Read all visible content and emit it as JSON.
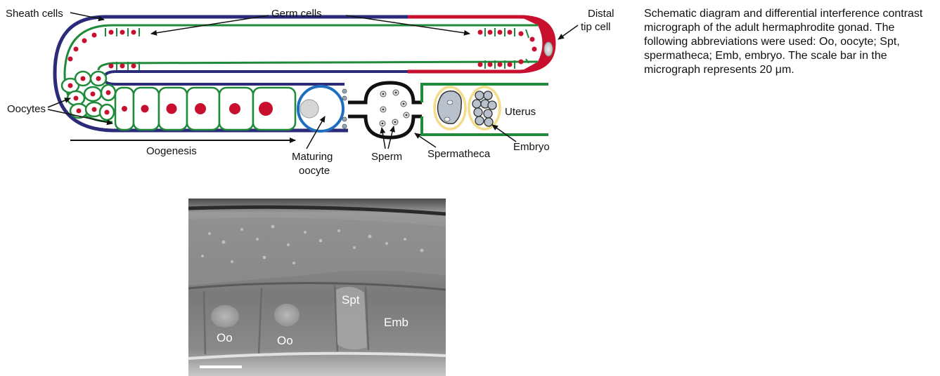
{
  "diagram": {
    "labels": {
      "sheath_cells": "Sheath cells",
      "germ_cells": "Germ cells",
      "distal_line1": "Distal",
      "distal_line2": "tip cell",
      "oocytes": "Oocytes",
      "oogenesis": "Oogenesis",
      "maturing_line1": "Maturing",
      "maturing_line2": "oocyte",
      "sperm": "Sperm",
      "spermatheca": "Spermatheca",
      "uterus": "Uterus",
      "embryo": "Embryo"
    },
    "colors": {
      "sheath": "#2b2b7a",
      "germline": "#1e8a3a",
      "distal_tip": "#c8102e",
      "nucleus": "#c8102e",
      "maturing_oocyte": "#1f6fc0",
      "embryo_shell": "#f3dc8a",
      "embryo_cell": "#b9c2cc"
    }
  },
  "caption": "Schematic diagram and differential interference contrast micrograph of the adult hermaphrodite gonad. The following abbreviations were used: Oo, oocyte; Spt, spermatheca; Emb, embryo. The scale bar in the micrograph represents 20 μm.",
  "micrograph": {
    "labels": {
      "oo_left": "Oo",
      "oo_right": "Oo",
      "spt": "Spt",
      "emb": "Emb"
    }
  }
}
